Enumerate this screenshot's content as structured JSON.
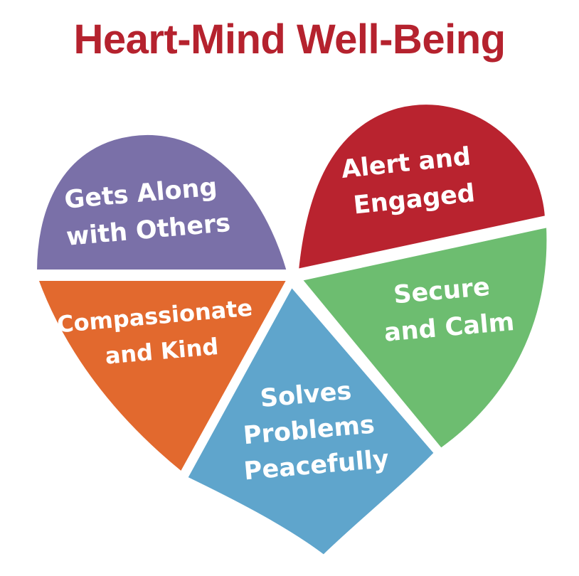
{
  "title": "Heart-Mind Well-Being",
  "colors": {
    "title": "#b5222e",
    "gets_along": "#7a70a8",
    "alert_engaged": "#b9232f",
    "compassionate": "#e2692e",
    "secure_calm": "#6dbd70",
    "solves_problems": "#5fa5cc",
    "divider": "#ffffff"
  },
  "segments": {
    "gets_along": {
      "lines": [
        "Gets Along",
        "with Others"
      ]
    },
    "alert_engaged": {
      "lines": [
        "Alert and",
        "Engaged"
      ]
    },
    "compassionate": {
      "lines": [
        "Compassionate",
        "and Kind"
      ]
    },
    "secure_calm": {
      "lines": [
        "Secure",
        "and Calm"
      ]
    },
    "solves_problems": {
      "lines": [
        "Solves",
        "Problems",
        "Peacefully"
      ]
    }
  }
}
